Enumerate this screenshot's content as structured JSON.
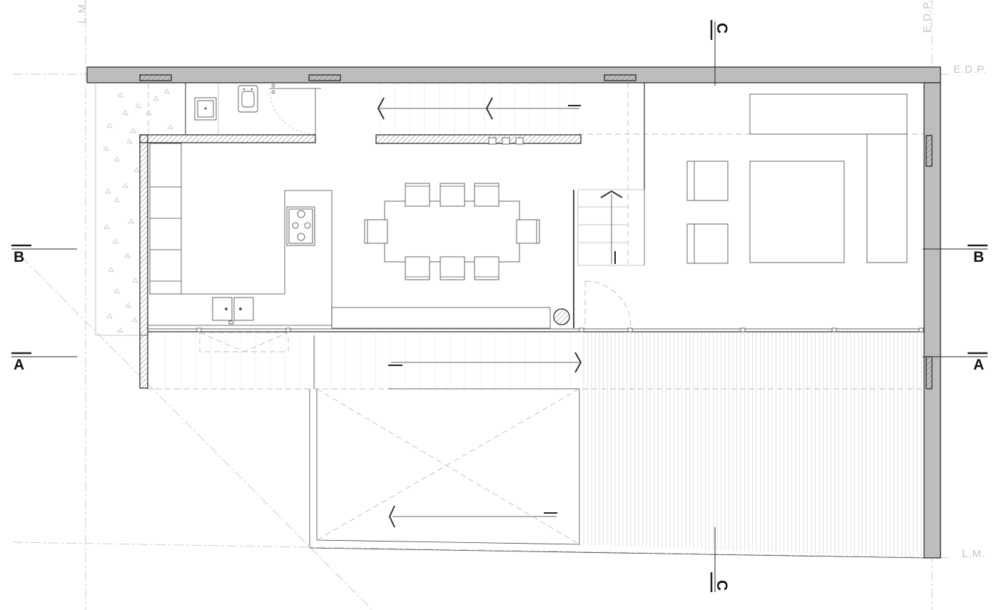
{
  "section_markers": {
    "b_left": "B",
    "b_right": "B",
    "a_left": "A",
    "a_right": "A",
    "c_top": "C",
    "c_bottom": "C"
  },
  "boundary_labels": {
    "lm_top_left": "L.M.",
    "edp_top_right": "E.D.P.",
    "edp_right": "E.D.P.",
    "lm_bottom_right": "L.M."
  },
  "colors": {
    "wall_fill": "#bdbdbd",
    "line": "#222222",
    "faint_line": "#c8c8c8"
  }
}
